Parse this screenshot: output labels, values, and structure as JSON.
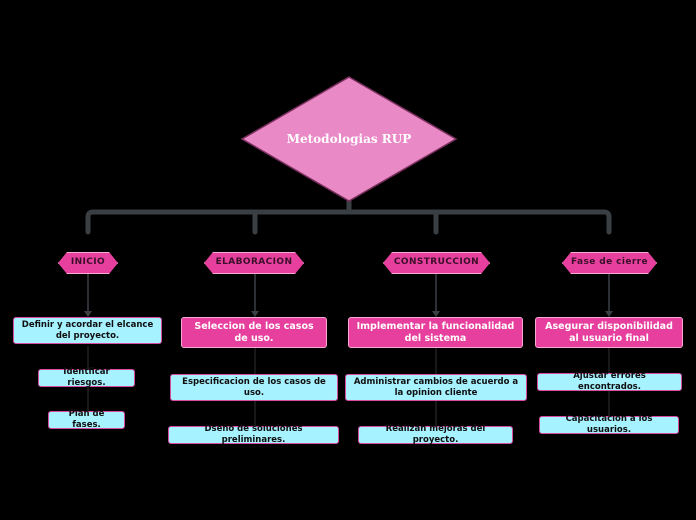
{
  "root": {
    "label": "Metodologias RUP"
  },
  "colors": {
    "background": "#000000",
    "root_fill": "#e98ac6",
    "connector": "#3a3f44",
    "phase_fill": "#e73f9d",
    "node_cyan": "#a6f2ff",
    "node_pink": "#e73f9d",
    "node_border": "#d94aa3"
  },
  "phases": [
    {
      "label": "INICIO",
      "main": "Definir y acordar el elcance del proyecto.",
      "subs": [
        "Identficar riesgos.",
        "Plan de fases."
      ]
    },
    {
      "label": "ELABORACION",
      "main": "Seleccion de los casos de uso.",
      "subs": [
        "Especificacion de los casos de uso.",
        "Dseño de soluciones preliminares."
      ]
    },
    {
      "label": "CONSTRUCCION",
      "main": "Implementar la funcionalidad del sistema",
      "subs": [
        "Administrar cambios de acuerdo a la opinion cliente",
        "Realizan mejoras del proyecto."
      ]
    },
    {
      "label": "Fase de cierre",
      "main": "Asegurar disponibilidad al usuario final",
      "subs": [
        "Ajustar errores encontrados.",
        "Capacitacion a los usuarios."
      ]
    }
  ]
}
